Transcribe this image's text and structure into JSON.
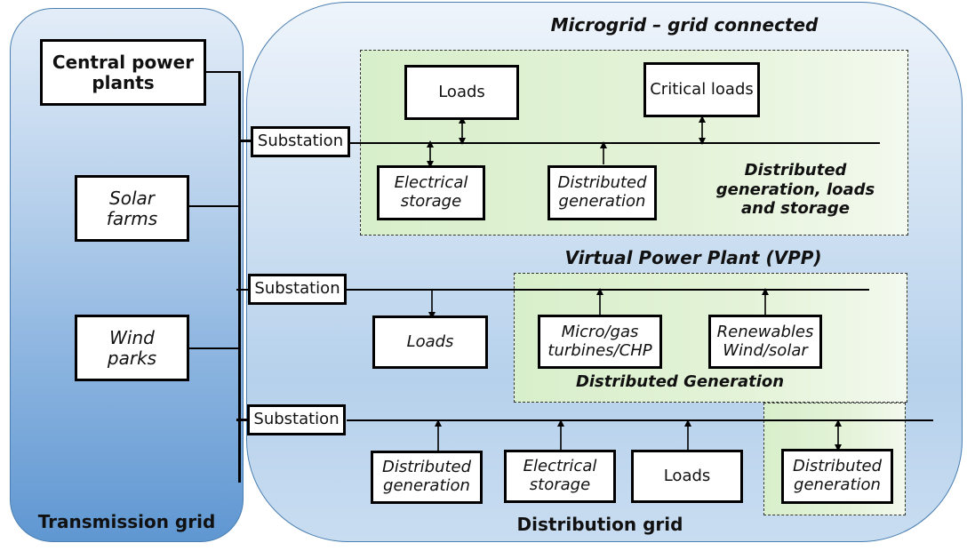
{
  "regions": {
    "transmission_grid": "Transmission grid",
    "distribution_grid": "Distribution grid"
  },
  "transmission_sources": [
    {
      "label": "Central power plants"
    },
    {
      "label": "Solar farms"
    },
    {
      "label": "Wind parks"
    }
  ],
  "substations": [
    {
      "label": "Substation"
    },
    {
      "label": "Substation"
    },
    {
      "label": "Substation"
    }
  ],
  "microgrid": {
    "title": "Microgrid – grid connected",
    "zone_caption": "Distributed generation, loads and storage",
    "components": [
      {
        "label": "Loads",
        "flow": "bidirectional"
      },
      {
        "label": "Critical loads",
        "flow": "bidirectional"
      },
      {
        "label": "Electrical storage",
        "flow": "bidirectional"
      },
      {
        "label": "Distributed generation",
        "flow": "to-grid"
      }
    ]
  },
  "vpp": {
    "title": "Virtual Power Plant (VPP)",
    "zone_caption": "Distributed Generation",
    "components": [
      {
        "label": "Loads",
        "flow": "from-grid"
      },
      {
        "label": "Micro/gas turbines/CHP",
        "flow": "to-grid"
      },
      {
        "label": "Renewables Wind/solar",
        "flow": "to-grid"
      }
    ]
  },
  "distribution_feeder": {
    "components": [
      {
        "label": "Distributed generation",
        "flow": "to-grid"
      },
      {
        "label": "Electrical storage",
        "flow": "to-grid"
      },
      {
        "label": "Loads",
        "flow": "to-grid"
      },
      {
        "label": "Distributed generation",
        "flow": "bidirectional"
      }
    ]
  }
}
